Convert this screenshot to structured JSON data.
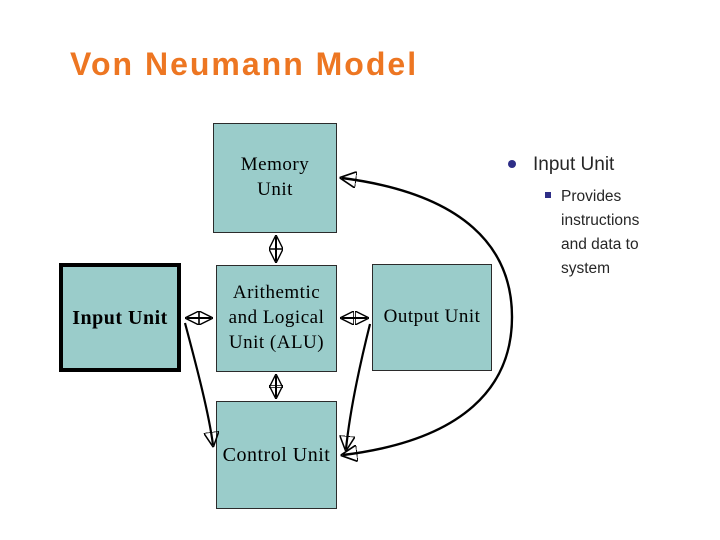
{
  "slide": {
    "title": "Von Neumann Model"
  },
  "colors": {
    "accent": "#ED7622",
    "box-fill": "#9ACCCA",
    "box-border": "#2b2b2b",
    "line": "#000000",
    "bullet": "#2E2E87",
    "text": "#262626"
  },
  "diagram": {
    "boxes": {
      "memory": {
        "label": "Memory Unit"
      },
      "input": {
        "label": "Input Unit"
      },
      "alu": {
        "label": "Arithemtic and Logical Unit (ALU)"
      },
      "output": {
        "label": "Output Unit"
      },
      "control": {
        "label": "Control Unit"
      }
    },
    "connectors": [
      "memory-alu",
      "input-alu",
      "alu-output",
      "alu-control",
      "input-control",
      "output-control",
      "memory-control-arc"
    ]
  },
  "bullets": {
    "heading": "Input Unit",
    "sub_items": [
      "Provides instructions and data to system"
    ]
  }
}
